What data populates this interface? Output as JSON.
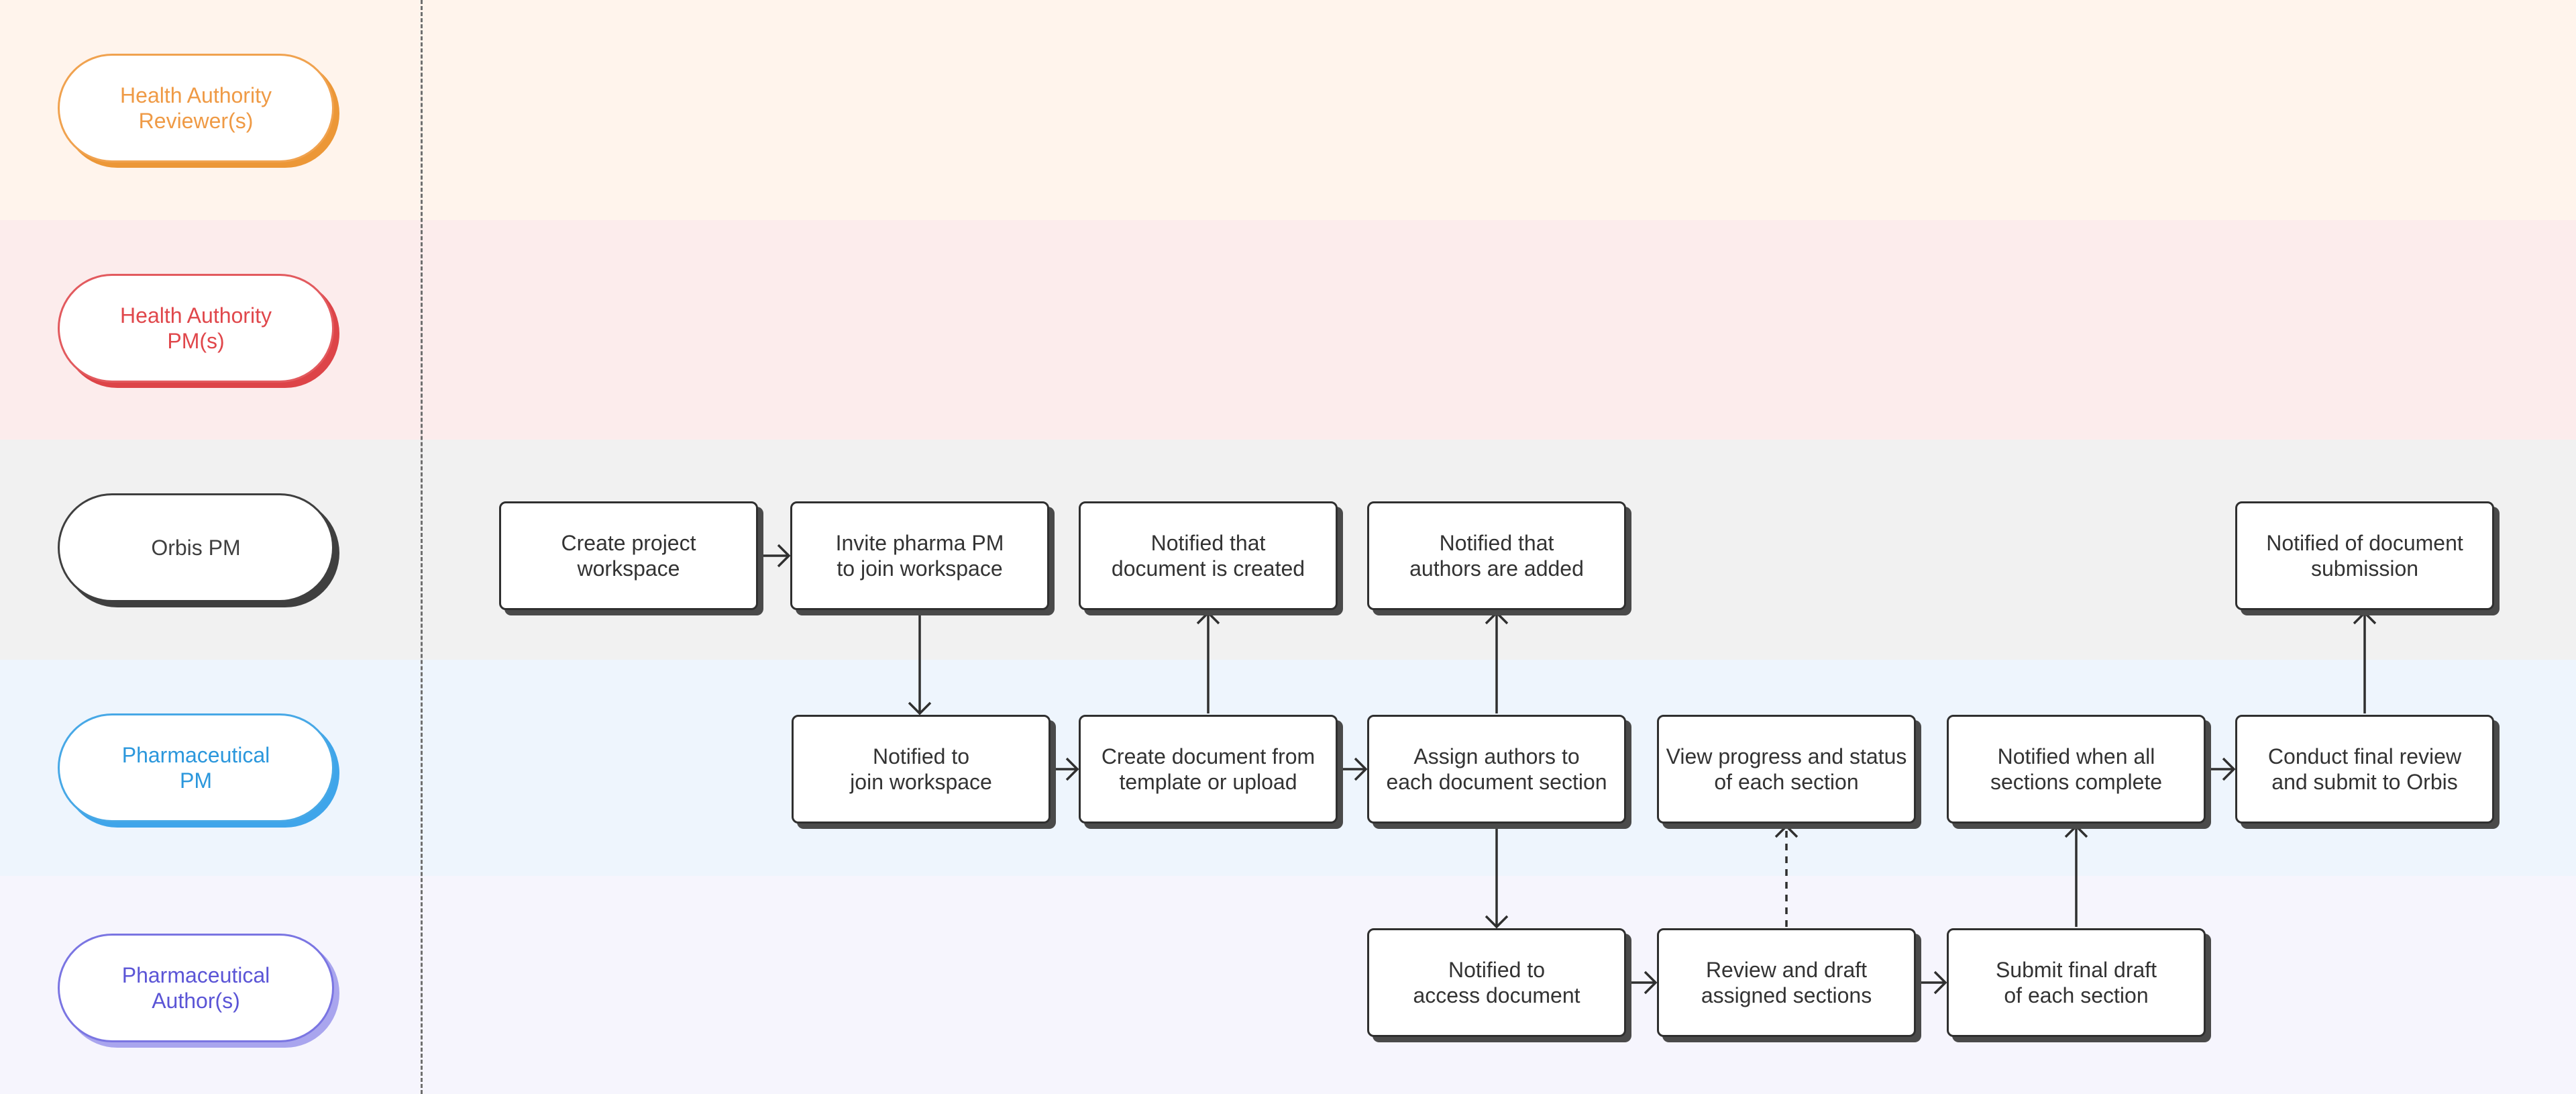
{
  "lanes": [
    {
      "id": "health-authority-reviewer",
      "label": "Health Authority\nReviewer(s)",
      "text_color": "#ef9a45",
      "border_color": "#f0a24f",
      "shadow_color": "#ec9737",
      "band_color": "#fff4ec"
    },
    {
      "id": "health-authority-pm",
      "label": "Health Authority\nPM(s)",
      "text_color": "#e0474b",
      "border_color": "#e25a5e",
      "shadow_color": "#dd4448",
      "band_color": "#fcecec"
    },
    {
      "id": "orbis-pm",
      "label": "Orbis PM",
      "text_color": "#3f3f3f",
      "border_color": "#3f3f3f",
      "shadow_color": "#3f3f3f",
      "band_color": "#f1f1f1"
    },
    {
      "id": "pharmaceutical-pm",
      "label": "Pharmaceutical\nPM",
      "text_color": "#2b97dc",
      "border_color": "#47a8e6",
      "shadow_color": "#3fa5ea",
      "band_color": "#eef5fd"
    },
    {
      "id": "pharmaceutical-author",
      "label": "Pharmaceutical\nAuthor(s)",
      "text_color": "#5b55d6",
      "border_color": "#7a75e2",
      "shadow_color": "#a9a5ee",
      "band_color": "#f6f5fd"
    }
  ],
  "nodes": [
    {
      "id": "create-project-workspace",
      "lane": "orbis-pm",
      "text": "Create project\nworkspace"
    },
    {
      "id": "invite-pharma-pm",
      "lane": "orbis-pm",
      "text": "Invite pharma PM\nto join workspace"
    },
    {
      "id": "notified-document-created",
      "lane": "orbis-pm",
      "text": "Notified that\ndocument is created"
    },
    {
      "id": "notified-authors-added",
      "lane": "orbis-pm",
      "text": "Notified that\nauthors are added"
    },
    {
      "id": "notified-document-submission",
      "lane": "orbis-pm",
      "text": "Notified of document\nsubmission"
    },
    {
      "id": "notified-join-workspace",
      "lane": "pharmaceutical-pm",
      "text": "Notified to\njoin workspace"
    },
    {
      "id": "create-document",
      "lane": "pharmaceutical-pm",
      "text": "Create document from\ntemplate or upload"
    },
    {
      "id": "assign-authors",
      "lane": "pharmaceutical-pm",
      "text": "Assign authors to\neach document section"
    },
    {
      "id": "view-progress",
      "lane": "pharmaceutical-pm",
      "text": "View progress and status\nof each section"
    },
    {
      "id": "notified-sections-complete",
      "lane": "pharmaceutical-pm",
      "text": "Notified when all\nsections complete"
    },
    {
      "id": "conduct-final-review",
      "lane": "pharmaceutical-pm",
      "text": "Conduct final review\nand submit to Orbis"
    },
    {
      "id": "notified-access-document",
      "lane": "pharmaceutical-author",
      "text": "Notified to\naccess document"
    },
    {
      "id": "review-draft-sections",
      "lane": "pharmaceutical-author",
      "text": "Review and draft\nassigned sections"
    },
    {
      "id": "submit-final-draft",
      "lane": "pharmaceutical-author",
      "text": "Submit final draft\nof each section"
    }
  ],
  "edges": [
    {
      "from": "create-project-workspace",
      "to": "invite-pharma-pm",
      "style": "solid"
    },
    {
      "from": "invite-pharma-pm",
      "to": "notified-join-workspace",
      "style": "solid"
    },
    {
      "from": "notified-join-workspace",
      "to": "create-document",
      "style": "solid"
    },
    {
      "from": "create-document",
      "to": "notified-document-created",
      "style": "solid"
    },
    {
      "from": "create-document",
      "to": "assign-authors",
      "style": "solid"
    },
    {
      "from": "assign-authors",
      "to": "notified-authors-added",
      "style": "solid"
    },
    {
      "from": "assign-authors",
      "to": "notified-access-document",
      "style": "solid"
    },
    {
      "from": "notified-access-document",
      "to": "review-draft-sections",
      "style": "solid"
    },
    {
      "from": "review-draft-sections",
      "to": "view-progress",
      "style": "dashed"
    },
    {
      "from": "review-draft-sections",
      "to": "submit-final-draft",
      "style": "solid"
    },
    {
      "from": "submit-final-draft",
      "to": "notified-sections-complete",
      "style": "solid"
    },
    {
      "from": "notified-sections-complete",
      "to": "conduct-final-review",
      "style": "solid"
    },
    {
      "from": "conduct-final-review",
      "to": "notified-document-submission",
      "style": "solid"
    }
  ]
}
